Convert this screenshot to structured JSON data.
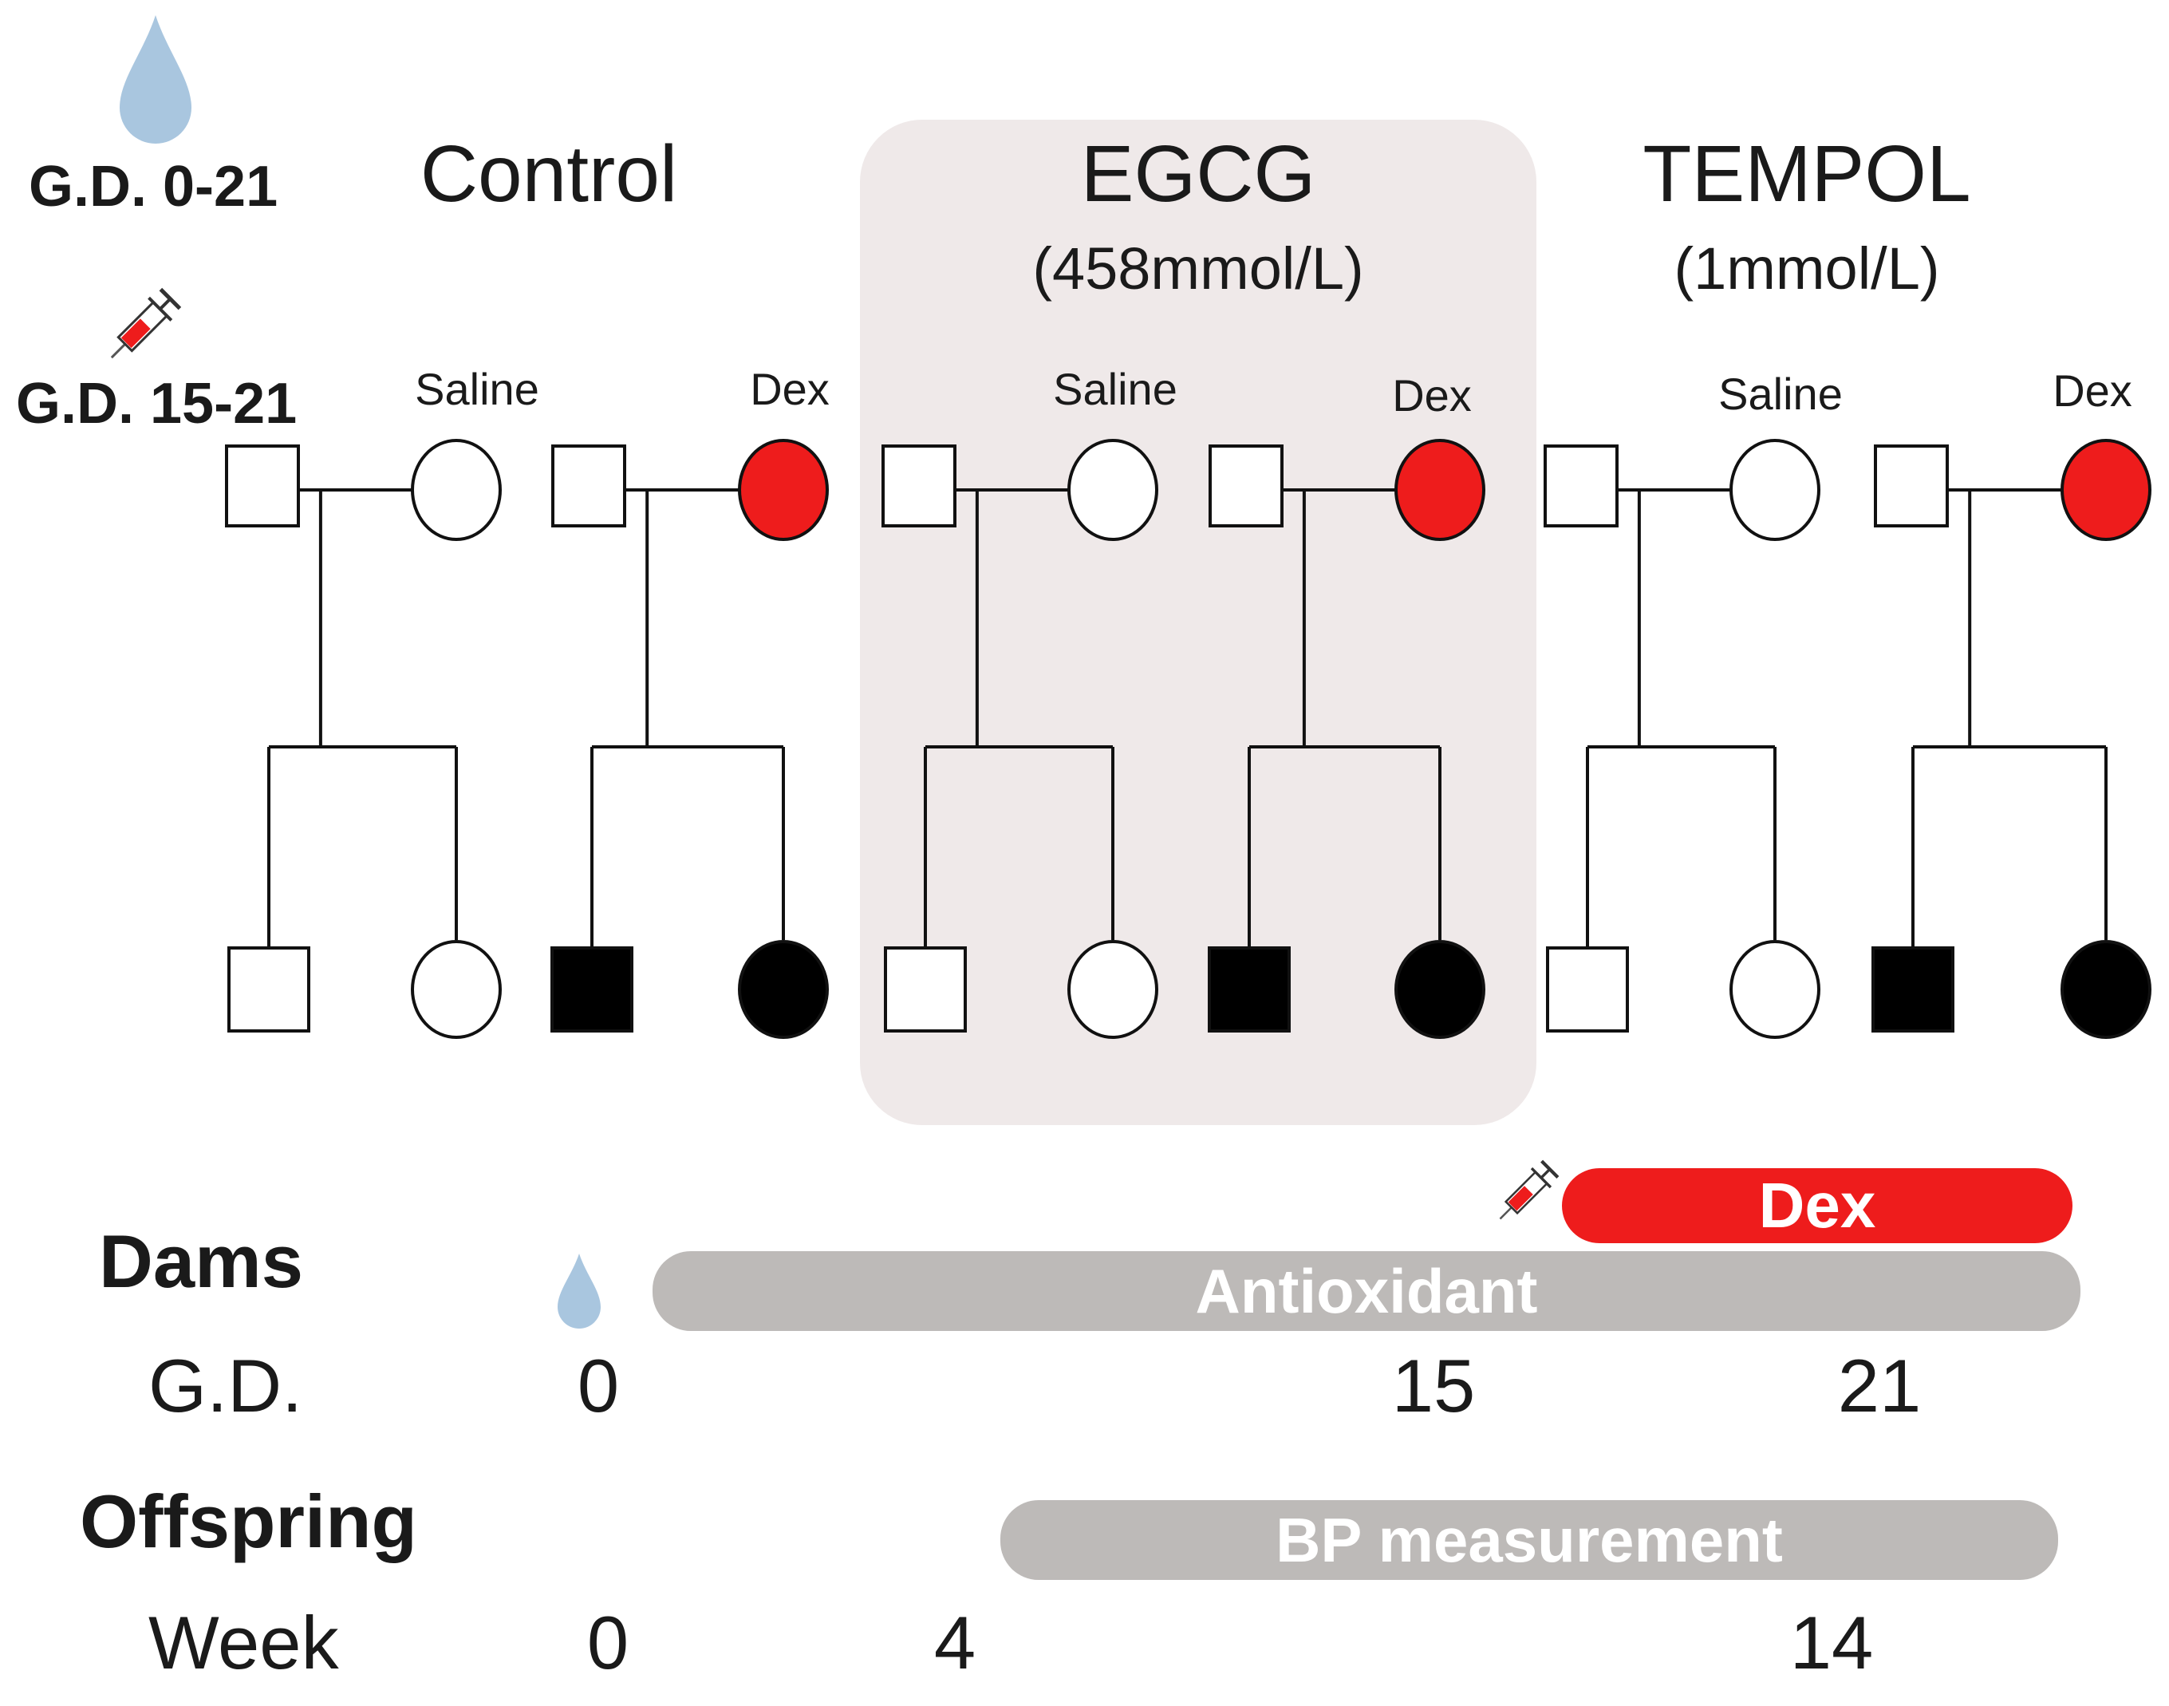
{
  "legend": {
    "drop_label": "G.D. 0-21",
    "syringe_label": "G.D. 15-21"
  },
  "groups": [
    {
      "title": "Control",
      "dose": ""
    },
    {
      "title": "EGCG",
      "dose": "(458mmol/L)"
    },
    {
      "title": "TEMPOL",
      "dose": "(1mmol/L)"
    }
  ],
  "treatments": {
    "saline": "Saline",
    "dex": "Dex"
  },
  "colors": {
    "dex_red": "#ee1c1c",
    "highlight_box": "#efe9e9",
    "bar_gray": "#bdbab8",
    "drop_blue": "#a9c6df",
    "offspring_fill": "#000000"
  },
  "timeline": {
    "dams_label": "Dams",
    "gd_label": "G.D.",
    "gd_ticks": [
      "0",
      "15",
      "21"
    ],
    "dex_bar": "Dex",
    "antioxidant_bar": "Antioxidant",
    "offspring_label": "Offspring",
    "week_label": "Week",
    "week_ticks": [
      "0",
      "4",
      "14"
    ],
    "bp_bar": "BP measurement"
  }
}
